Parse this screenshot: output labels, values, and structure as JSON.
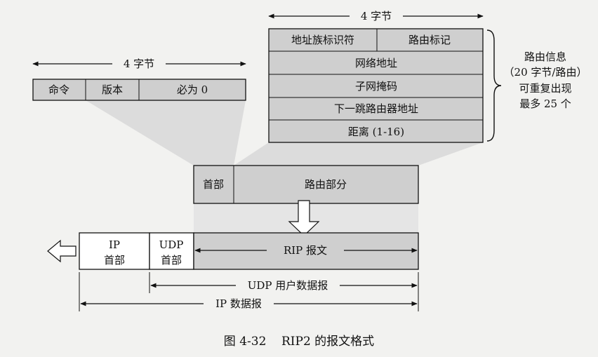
{
  "routing_entry": {
    "width_label": "4 字节",
    "rows": [
      {
        "cells": [
          "地址族标识符",
          "路由标记"
        ]
      },
      {
        "cells": [
          "网络地址"
        ]
      },
      {
        "cells": [
          "子网掩码"
        ]
      },
      {
        "cells": [
          "下一跳路由器地址"
        ]
      },
      {
        "cells": [
          "距离 (1-16)"
        ]
      }
    ],
    "annotation": [
      "路由信息",
      "（20 字节/路由）",
      "可重复出现",
      "最多 25 个"
    ]
  },
  "header": {
    "width_label": "4 字节",
    "fields": [
      "命令",
      "版本",
      "必为 0"
    ]
  },
  "rip_message": {
    "header_label": "首部",
    "routing_label": "路由部分"
  },
  "ip_datagram": {
    "ip_header": [
      "IP",
      "首部"
    ],
    "udp_header": [
      "UDP",
      "首部"
    ],
    "rip_label": "RIP 报文",
    "udp_span_label": "UDP 用户数据报",
    "ip_span_label": "IP 数据报"
  },
  "caption": "图 4-32    RIP2 的报文格式",
  "colors": {
    "cell_fill": "#cfcfcf",
    "white_fill": "#ffffff",
    "stroke": "#111111",
    "funnel": "#d8d8d8"
  }
}
